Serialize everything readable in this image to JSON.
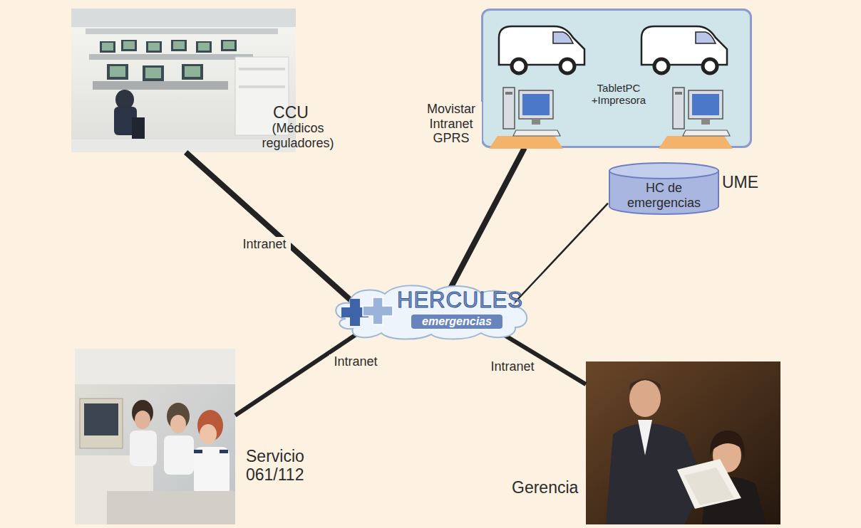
{
  "diagram": {
    "nodes": [
      {
        "text": [
          "CCU",
          "(Médicos reguladores)"
        ]
      },
      {
        "text": [
          "TabletPC +Impresora",
          "UME"
        ]
      },
      {
        "text": [
          "HC de emergencias"
        ]
      },
      {
        "text": [
          "HERCULES",
          "emergencias"
        ]
      },
      {
        "text": [
          "Servicio 061/112"
        ]
      },
      {
        "text": [
          "Gerencia"
        ]
      }
    ],
    "edges": [
      {
        "from": 0,
        "to": 3,
        "arrow": "none",
        "label": "Intranet"
      },
      {
        "from": 1,
        "to": 3,
        "arrow": "none",
        "label": "Movistar Intranet GPRS"
      },
      {
        "from": 2,
        "to": 3,
        "arrow": "none"
      },
      {
        "from": 4,
        "to": 3,
        "arrow": "none",
        "label": "Intranet"
      },
      {
        "from": 5,
        "to": 3,
        "arrow": "none",
        "label": "Intranet"
      }
    ]
  }
}
